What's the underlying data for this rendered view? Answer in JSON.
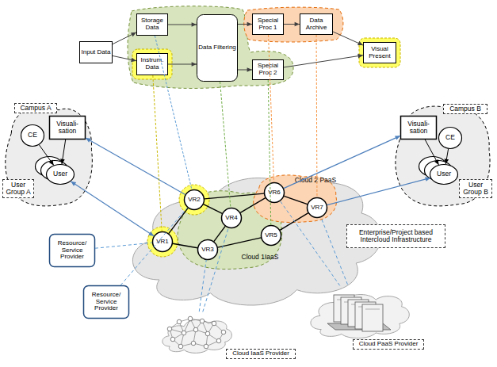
{
  "diagram": {
    "nodes": [
      {
        "text": [
          "Input Data"
        ]
      },
      {
        "text": [
          "Storage Data"
        ]
      },
      {
        "text": [
          "Instrum. Data"
        ]
      },
      {
        "text": [
          "Data Filtering"
        ]
      },
      {
        "text": [
          "Special Proc 1"
        ]
      },
      {
        "text": [
          "Data Archive"
        ]
      },
      {
        "text": [
          "Special Proc 2"
        ]
      },
      {
        "text": [
          "Visual Present"
        ]
      },
      {
        "text": [
          "Campus A",
          "User Group A"
        ]
      },
      {
        "text": [
          "Visuali- sation"
        ],
        "in": 8
      },
      {
        "text": [
          "CE"
        ],
        "in": 8
      },
      {
        "text": [
          "User"
        ],
        "in": 8
      },
      {
        "text": [
          "Campus B",
          "User Group B"
        ]
      },
      {
        "text": [
          "Visuali- sation"
        ],
        "in": 12
      },
      {
        "text": [
          "CE"
        ],
        "in": 12
      },
      {
        "text": [
          "User"
        ],
        "in": 12
      },
      {
        "text": [
          "Enterprise/Project based Intercloud Infrastructure"
        ]
      },
      {
        "text": [
          "Cloud 1IaaS"
        ],
        "in": 16
      },
      {
        "text": [
          "Cloud 2 PaaS"
        ],
        "in": 16
      },
      {
        "text": [
          "VR1"
        ],
        "in": 16
      },
      {
        "text": [
          "VR2"
        ],
        "in": 17
      },
      {
        "text": [
          "VR3"
        ],
        "in": 17
      },
      {
        "text": [
          "VR4"
        ],
        "in": 17
      },
      {
        "text": [
          "VR5"
        ],
        "in": 17
      },
      {
        "text": [
          "VR6"
        ],
        "in": 18
      },
      {
        "text": [
          "VR7"
        ],
        "in": 18
      },
      {
        "text": [
          "Resource/ Service Provider"
        ]
      },
      {
        "text": [
          "Resource/ Service Provider"
        ]
      },
      {
        "text": [
          "Cloud IaaS Provider"
        ]
      },
      {
        "text": [
          "Cloud PaaS Provider"
        ]
      }
    ],
    "edges": [
      {
        "from": 0,
        "to": 1,
        "arrow": "to"
      },
      {
        "from": 0,
        "to": 2,
        "arrow": "to"
      },
      {
        "from": 1,
        "to": 3,
        "arrow": "to"
      },
      {
        "from": 2,
        "to": 3,
        "arrow": "to"
      },
      {
        "from": 3,
        "to": 4,
        "arrow": "to"
      },
      {
        "from": 4,
        "to": 5,
        "arrow": "to"
      },
      {
        "from": 5,
        "to": 7,
        "arrow": "to"
      },
      {
        "from": 3,
        "to": 6,
        "arrow": "to"
      },
      {
        "from": 6,
        "to": 7,
        "arrow": "to"
      },
      {
        "from": 19,
        "to": 20,
        "arrow": "none"
      },
      {
        "from": 19,
        "to": 21,
        "arrow": "none"
      },
      {
        "from": 20,
        "to": 22,
        "arrow": "none"
      },
      {
        "from": 20,
        "to": 24,
        "arrow": "none"
      },
      {
        "from": 21,
        "to": 22,
        "arrow": "none"
      },
      {
        "from": 21,
        "to": 23,
        "arrow": "none"
      },
      {
        "from": 22,
        "to": 24,
        "arrow": "none"
      },
      {
        "from": 23,
        "to": 25,
        "arrow": "none"
      },
      {
        "from": 24,
        "to": 25,
        "arrow": "none"
      },
      {
        "from": 20,
        "to": 9,
        "arrow": "to"
      },
      {
        "from": 19,
        "to": 11,
        "arrow": "both"
      },
      {
        "from": 24,
        "to": 13,
        "arrow": "to"
      },
      {
        "from": 25,
        "to": 15,
        "arrow": "to"
      },
      {
        "from": 9,
        "to": 11,
        "arrow": "to"
      },
      {
        "from": 10,
        "to": 11,
        "arrow": "to"
      },
      {
        "from": 13,
        "to": 15,
        "arrow": "to"
      },
      {
        "from": 14,
        "to": 15,
        "arrow": "to"
      },
      {
        "from": 2,
        "to": 19,
        "arrow": "none"
      },
      {
        "from": 1,
        "to": 20,
        "arrow": "none"
      },
      {
        "from": 3,
        "to": 22,
        "arrow": "none"
      },
      {
        "from": 6,
        "to": 23,
        "arrow": "none"
      },
      {
        "from": 4,
        "to": 24,
        "arrow": "none"
      },
      {
        "from": 5,
        "to": 25,
        "arrow": "none"
      },
      {
        "from": 26,
        "to": 19,
        "arrow": "none"
      },
      {
        "from": 27,
        "to": 20,
        "arrow": "none"
      },
      {
        "from": 28,
        "to": 21,
        "arrow": "none"
      },
      {
        "from": 28,
        "to": 22,
        "arrow": "none"
      },
      {
        "from": 29,
        "to": 24,
        "arrow": "none"
      },
      {
        "from": 29,
        "to": 25,
        "arrow": "none"
      }
    ]
  }
}
